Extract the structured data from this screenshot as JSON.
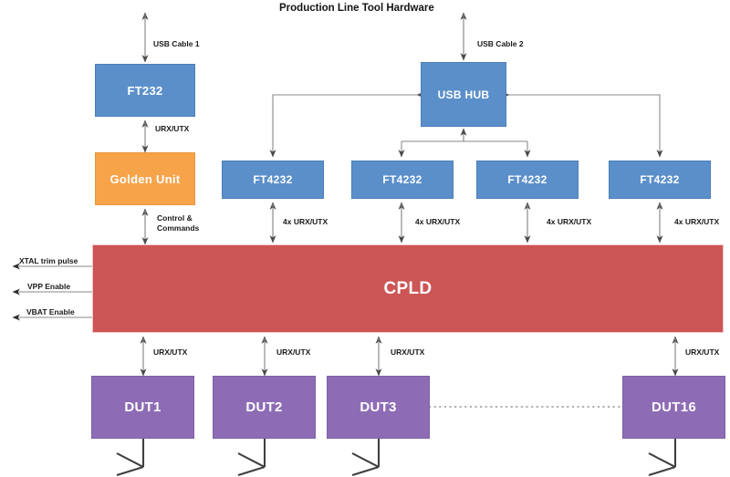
{
  "title": "Production Line Tool Hardware",
  "blocks": {
    "ft232": "FT232",
    "golden_unit": "Golden Unit",
    "usb_hub": "USB HUB",
    "ft4232_1": "FT4232",
    "ft4232_2": "FT4232",
    "ft4232_3": "FT4232",
    "ft4232_4": "FT4232",
    "cpld": "CPLD",
    "dut1": "DUT1",
    "dut2": "DUT2",
    "dut3": "DUT3",
    "dut16": "DUT16"
  },
  "edge_labels": {
    "usb_cable_1": "USB Cable 1",
    "usb_cable_2": "USB Cable 2",
    "ft232_golden": "URX/UTX",
    "golden_cpld": "Control &\nCommands",
    "ft4232_cpld_1": "4x URX/UTX",
    "ft4232_cpld_2": "4x URX/UTX",
    "ft4232_cpld_3": "4x URX/UTX",
    "ft4232_cpld_4": "4x URX/UTX",
    "cpld_dut1": "URX/UTX",
    "cpld_dut2": "URX/UTX",
    "cpld_dut3": "URX/UTX",
    "cpld_dut16": "URX/UTX"
  },
  "cpld_outputs": [
    "XTAL trim pulse",
    "VPP Enable",
    "VBAT Enable"
  ],
  "colors": {
    "blue": "#5b8fca",
    "orange": "#f7a34a",
    "red": "#cc5555",
    "purple": "#8d6cb5",
    "connector": "#7f7f7f",
    "antenna": "#3f3f3f"
  }
}
